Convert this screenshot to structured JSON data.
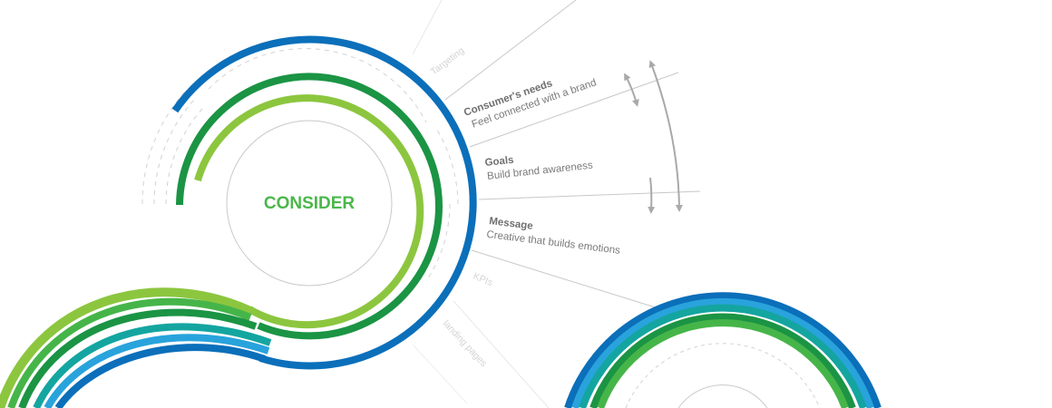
{
  "stage": {
    "name": "CONSIDER"
  },
  "segments": {
    "targeting": {
      "label": "Targeting"
    },
    "consumer_needs": {
      "title": "Consumer's needs",
      "subtitle": "Feel connected with a brand"
    },
    "goals": {
      "title": "Goals",
      "subtitle": "Build brand awareness"
    },
    "message": {
      "title": "Message",
      "subtitle": "Creative that builds emotions"
    },
    "kpis": {
      "label": "KPIs"
    },
    "landing_pages": {
      "label": "landing pages"
    }
  },
  "colors": {
    "dark_blue": "#0b6fba",
    "light_blue": "#29a3dc",
    "teal": "#14a5a0",
    "dark_green": "#1b9444",
    "mid_green": "#46b549",
    "light_green": "#8cc63f",
    "stage_text": "#4bb74a",
    "divider": "#c8c8c8",
    "arrow": "#a9a9a9"
  }
}
